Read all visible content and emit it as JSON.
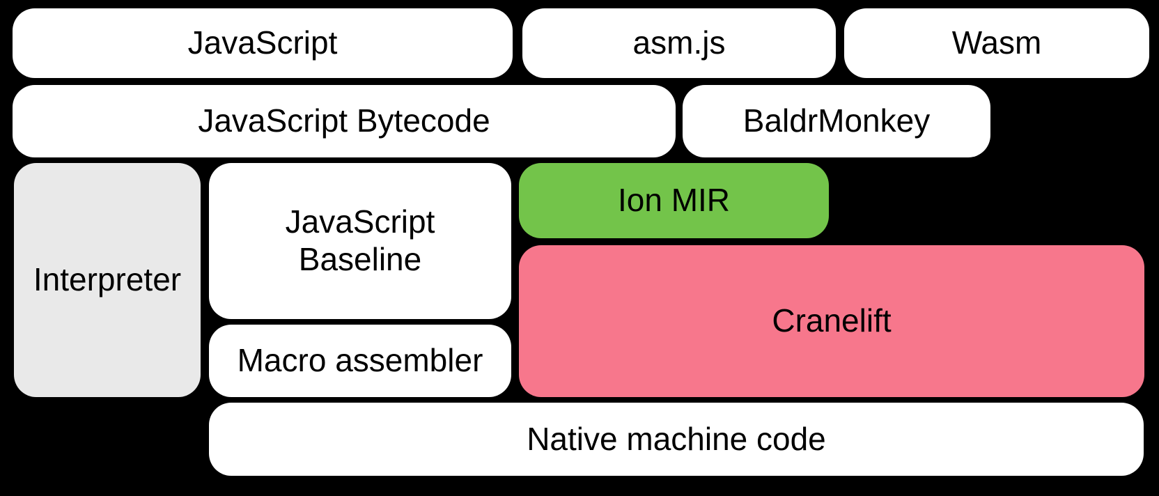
{
  "colors": {
    "background": "#000000",
    "box_default": "#ffffff",
    "interpreter_gray": "#e9e9e9",
    "ion_green": "#73c44a",
    "cranelift_pink": "#f7778c",
    "text": "#000000"
  },
  "boxes": {
    "javascript": {
      "label": "JavaScript"
    },
    "asmjs": {
      "label": "asm.js"
    },
    "wasm": {
      "label": "Wasm"
    },
    "bytecode": {
      "label": "JavaScript Bytecode"
    },
    "baldrmonkey": {
      "label": "BaldrMonkey"
    },
    "interpreter": {
      "label": "Interpreter"
    },
    "baseline": {
      "line1": "JavaScript",
      "line2": "Baseline"
    },
    "ion_mir": {
      "label": "Ion MIR"
    },
    "cranelift": {
      "label": "Cranelift"
    },
    "macro_assembler": {
      "label": "Macro assembler"
    },
    "native_machine_code": {
      "label": "Native machine code"
    }
  }
}
